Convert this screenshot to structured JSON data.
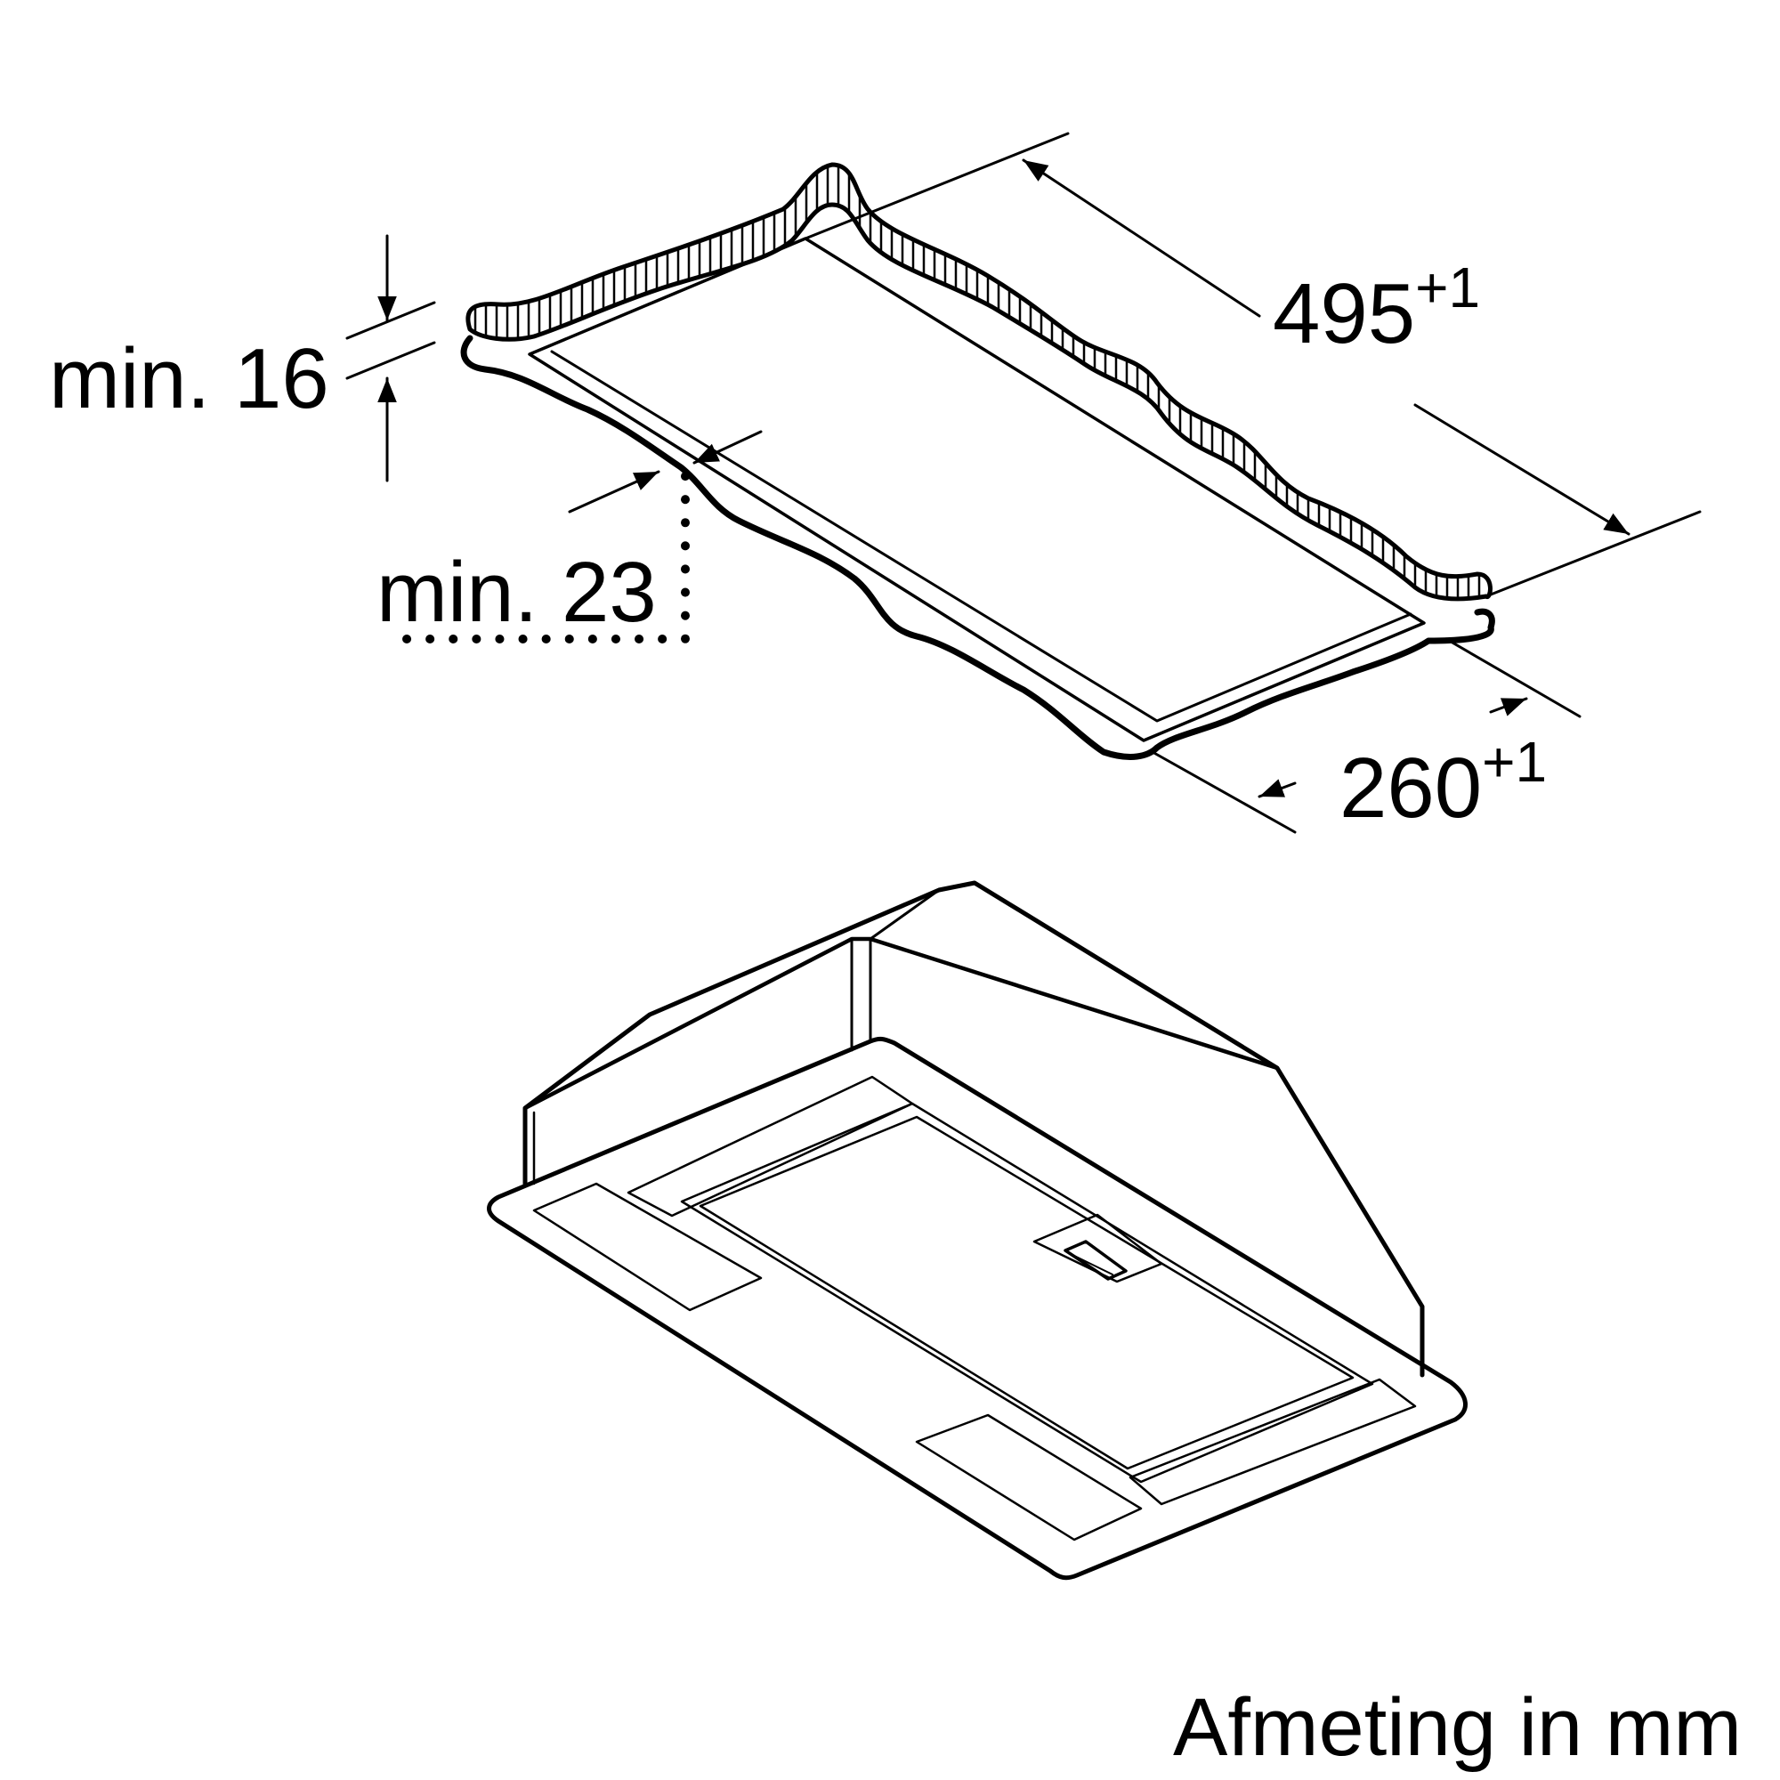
{
  "diagram": {
    "type": "installation-dimension-drawing",
    "subject": "built-in cooker hood (cabinet cut-out and unit)",
    "colors": {
      "line": "#000000",
      "background": "#ffffff"
    }
  },
  "dimensions": {
    "min_thickness": {
      "label": "min. 16"
    },
    "min_edge_distance": {
      "label": "min. 23"
    },
    "cutout_length": {
      "value": "495",
      "tolerance": "+1"
    },
    "cutout_width": {
      "value": "260",
      "tolerance": "+1"
    }
  },
  "caption": {
    "text": "Afmeting in mm"
  }
}
